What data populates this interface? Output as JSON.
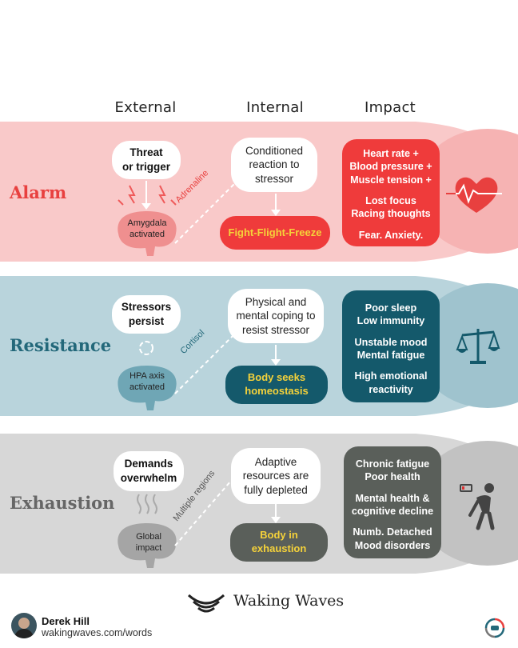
{
  "headers": {
    "external": "External",
    "internal": "Internal",
    "impact": "Impact"
  },
  "colors": {
    "alarm_band": "#f9c9c9",
    "alarm_accent": "#e8403f",
    "alarm_box": "#ef3b3b",
    "resistance_band": "#b9d4dc",
    "resistance_accent": "#23687a",
    "resistance_box": "#14596b",
    "exhaustion_band": "#d7d7d7",
    "exhaustion_accent": "#666666",
    "exhaustion_box": "#5a5f5a",
    "yellow_text": "#f5d23a"
  },
  "stages": [
    {
      "name": "Alarm",
      "trigger": [
        "Threat",
        "or trigger"
      ],
      "brain": [
        "Amygdala",
        "activated"
      ],
      "pathway": "Adrenaline",
      "internal": [
        "Conditioned",
        "reaction to",
        "stressor"
      ],
      "response": "Fight-Flight-Freeze",
      "impacts": [
        [
          "Heart rate +",
          "Blood pressure +",
          "Muscle tension +"
        ],
        [
          "Lost focus",
          "Racing thoughts"
        ],
        [
          "Fear. Anxiety."
        ]
      ],
      "icon": "heartbeat-icon"
    },
    {
      "name": "Resistance",
      "trigger": [
        "Stressors",
        "persist"
      ],
      "brain": [
        "HPA axis",
        "activated"
      ],
      "pathway": "Cortisol",
      "internal": [
        "Physical and",
        "mental coping to",
        "resist stressor"
      ],
      "response": [
        "Body seeks",
        "homeostasis"
      ],
      "impacts": [
        [
          "Poor sleep",
          "Low immunity"
        ],
        [
          "Unstable mood",
          "Mental fatigue"
        ],
        [
          "High emotional",
          "reactivity"
        ]
      ],
      "icon": "scales-icon"
    },
    {
      "name": "Exhaustion",
      "trigger": [
        "Demands",
        "overwhelm"
      ],
      "brain": [
        "Global",
        "impact"
      ],
      "pathway": "Multiple regions",
      "internal": [
        "Adaptive",
        "resources are",
        "fully depleted"
      ],
      "response": [
        "Body in",
        "exhaustion"
      ],
      "impacts": [
        [
          "Chronic fatigue",
          "Poor health"
        ],
        [
          "Mental health &",
          "cognitive decline"
        ],
        [
          "Numb. Detached",
          "Mood disorders"
        ]
      ],
      "icon": "tired-person-icon"
    }
  ],
  "brand": {
    "name": "Waking Waves"
  },
  "author": {
    "name": "Derek Hill",
    "url": "wakingwaves.com/words"
  }
}
